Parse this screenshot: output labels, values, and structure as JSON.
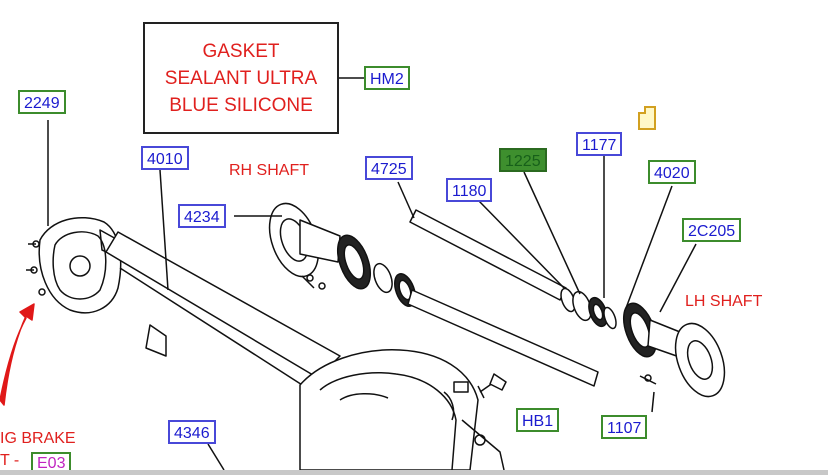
{
  "note_box": {
    "lines": [
      "GASKET",
      "SEALANT ULTRA",
      "BLUE SILICONE"
    ]
  },
  "labels": {
    "rh_shaft": "RH SHAFT",
    "lh_shaft": "LH SHAFT",
    "brake_fragment": "IG BRAKE",
    "brake_fragment_2": "T -"
  },
  "callouts": {
    "hm2": "HM2",
    "c2249": "2249",
    "c4010": "4010",
    "c4234": "4234",
    "c4725": "4725",
    "c1225": "1225",
    "c1177": "1177",
    "c1180": "1180",
    "c4020": "4020",
    "c2c205": "2C205",
    "hb1": "HB1",
    "c1107": "1107",
    "c4346": "4346",
    "e03": "E03"
  },
  "colors": {
    "callout_text": "#1b1bcf",
    "green_frame": "#3c8c2c",
    "blue_frame": "#4848d8",
    "red_label": "#e0201e",
    "magenta_text": "#c024c0"
  }
}
